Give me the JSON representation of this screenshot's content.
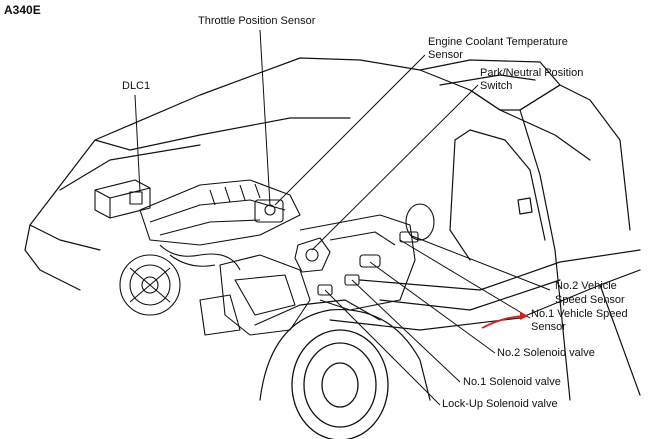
{
  "diagram": {
    "model_code": "A340E",
    "labels": {
      "throttle_position_sensor": "Throttle Position Sensor",
      "engine_coolant_temp_line1": "Engine Coolant Temperature",
      "engine_coolant_temp_line2": "Sensor",
      "park_neutral_line1": "Park/Neutral Position",
      "park_neutral_line2": "Switch",
      "dlc1": "DLC1",
      "no2_vss_line1": "No.2 Vehicle",
      "no2_vss_line2": "Speed Sensor",
      "no1_vss_line1": "No.1 Vehicle Speed",
      "no1_vss_line2": "Sensor",
      "no2_solenoid": "No.2 Solenoid valve",
      "no1_solenoid": "No.1 Solenoid valve",
      "lockup_solenoid": "Lock-Up Solenoid valve"
    },
    "colors": {
      "line": "#111111",
      "highlight_arrow": "#d62020",
      "background": "#ffffff"
    }
  }
}
